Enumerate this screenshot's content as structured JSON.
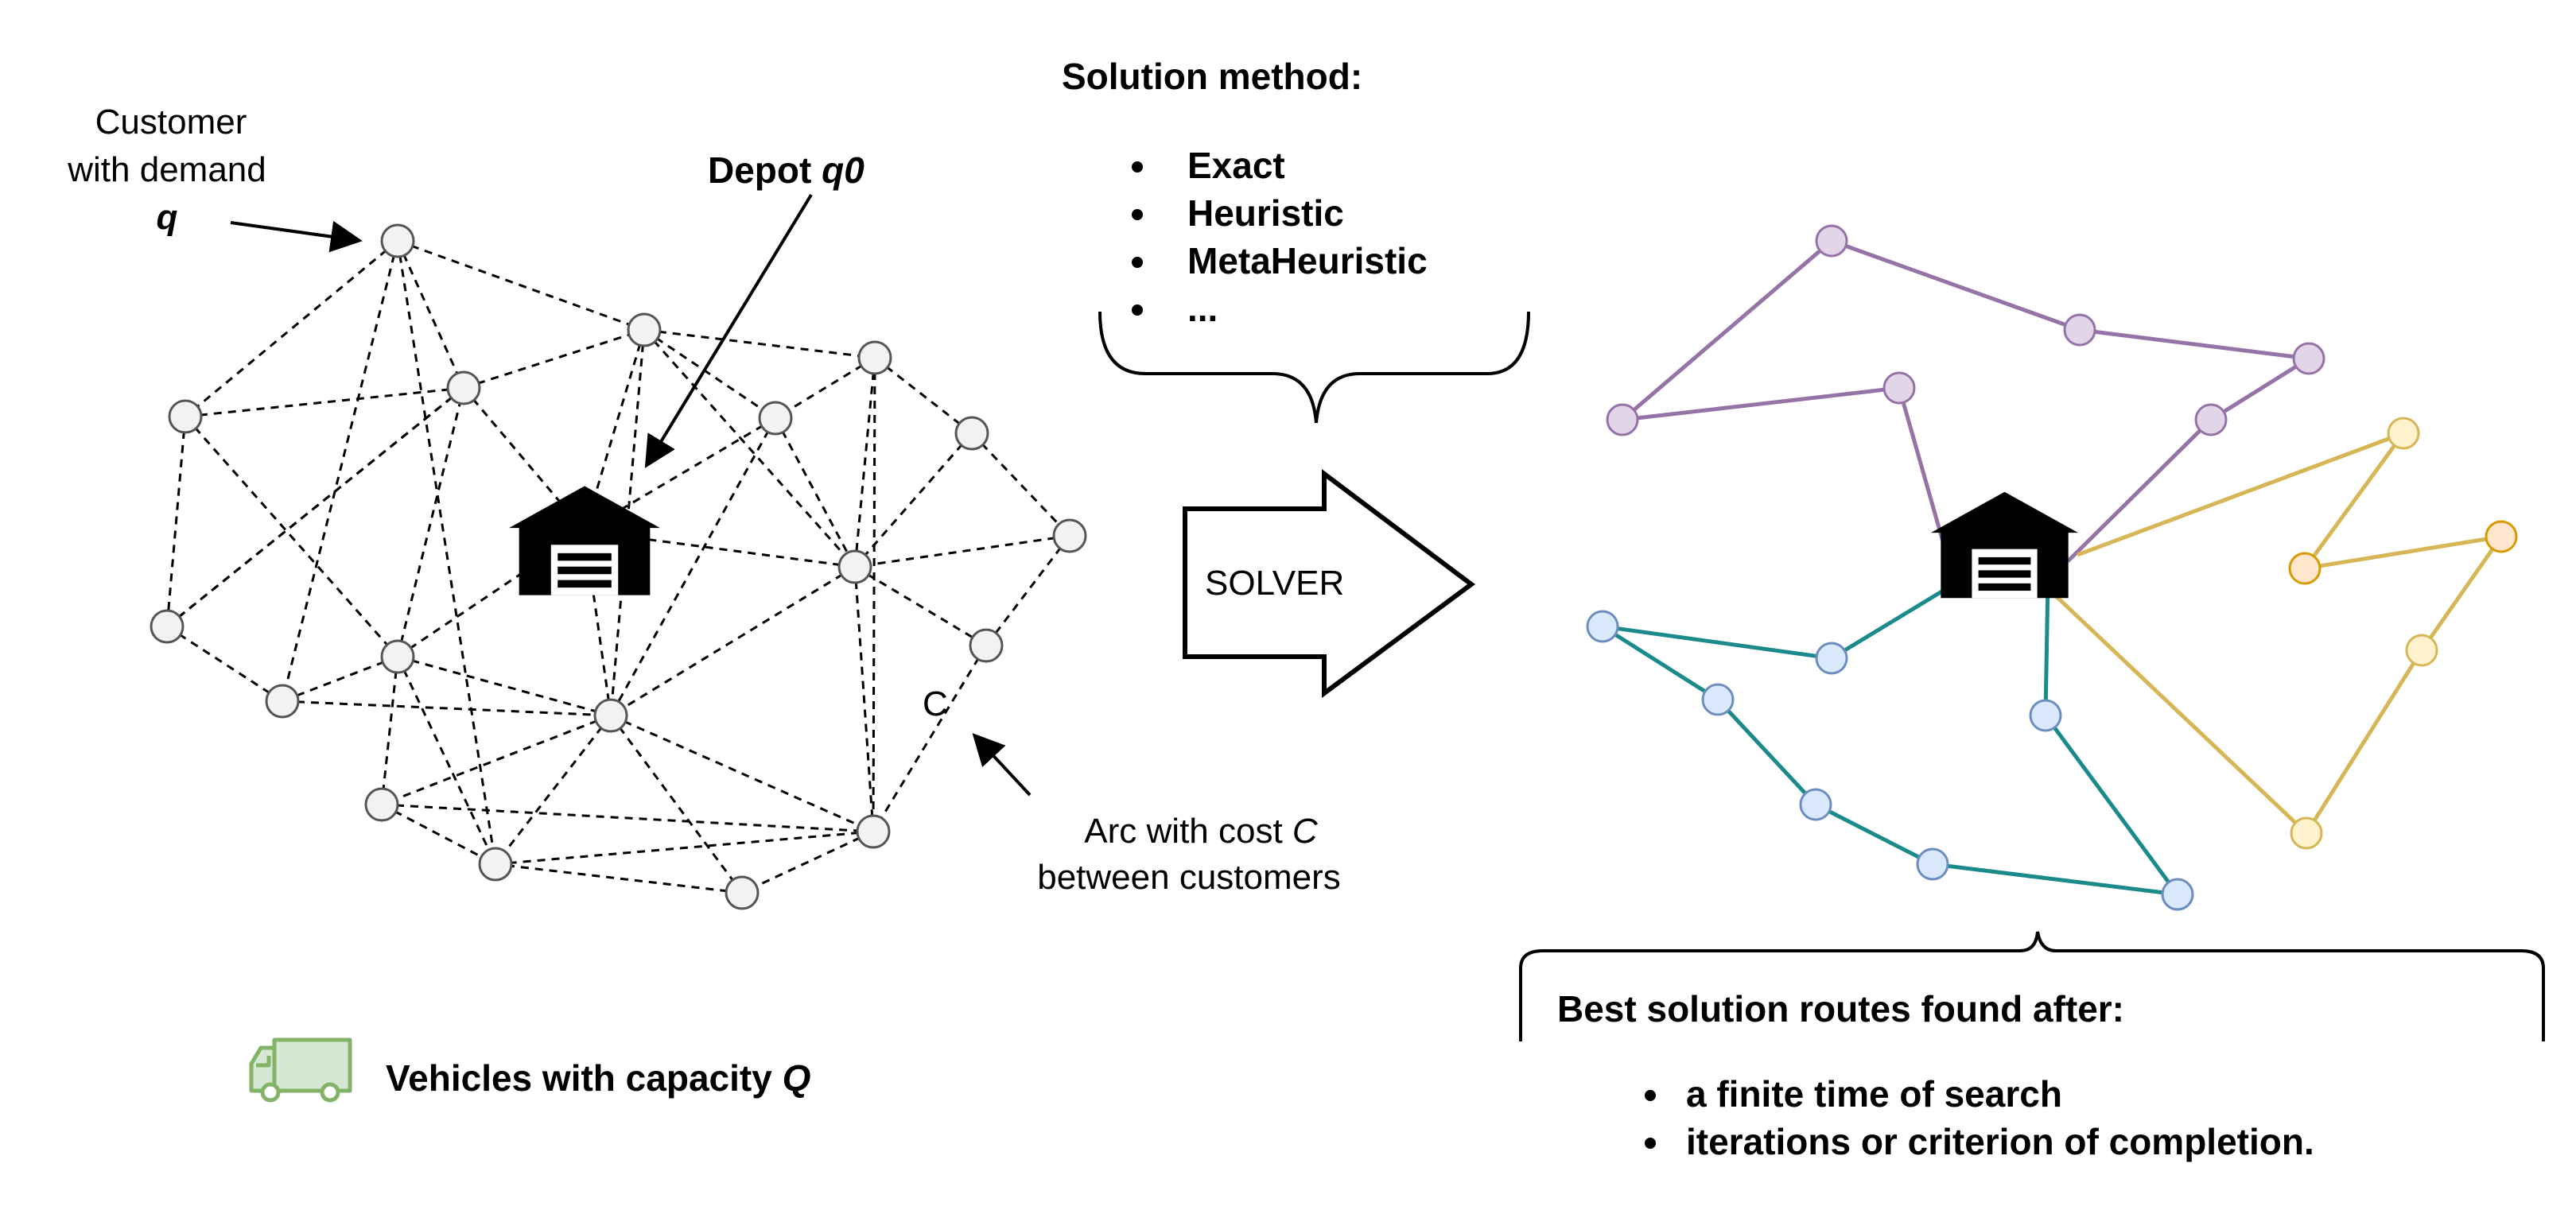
{
  "customer_label": {
    "line1": "Customer",
    "line2": "with demand",
    "line3": "q"
  },
  "depot_label": {
    "text": "Depot ",
    "var": "q0"
  },
  "arc_letter": "C",
  "arc_label": {
    "line1": "Arc with cost ",
    "var": "C",
    "line2": "between customers"
  },
  "vehicles_label": {
    "text": "Vehicles with capacity ",
    "var": "Q"
  },
  "solution_method": {
    "title": "Solution method:",
    "items": [
      "Exact",
      "Heuristic",
      "MetaHeuristic",
      "..."
    ]
  },
  "solver_label": "SOLVER",
  "best_solution": {
    "title": "Best solution routes found after:",
    "items": [
      "a finite time of search",
      "iterations or criterion of completion."
    ]
  },
  "colors": {
    "node_fill": "#f2f2f2",
    "node_stroke": "#555555",
    "route_purple": "#9673a6",
    "route_purple_fill": "#e1d5e7",
    "route_teal": "#1a8a8a",
    "route_blue_fill": "#dae8fc",
    "route_blue_stroke": "#6c8ebf",
    "route_gold": "#d6b656",
    "route_gold_fill": "#fff2cc",
    "route_orange": "#d79b00",
    "route_orange_fill": "#ffe6cc",
    "truck": "#82b366",
    "truck_fill": "#d5e8d4"
  },
  "icons": [
    "warehouse-icon",
    "truck-icon",
    "arrow-icon",
    "brace-icon"
  ]
}
